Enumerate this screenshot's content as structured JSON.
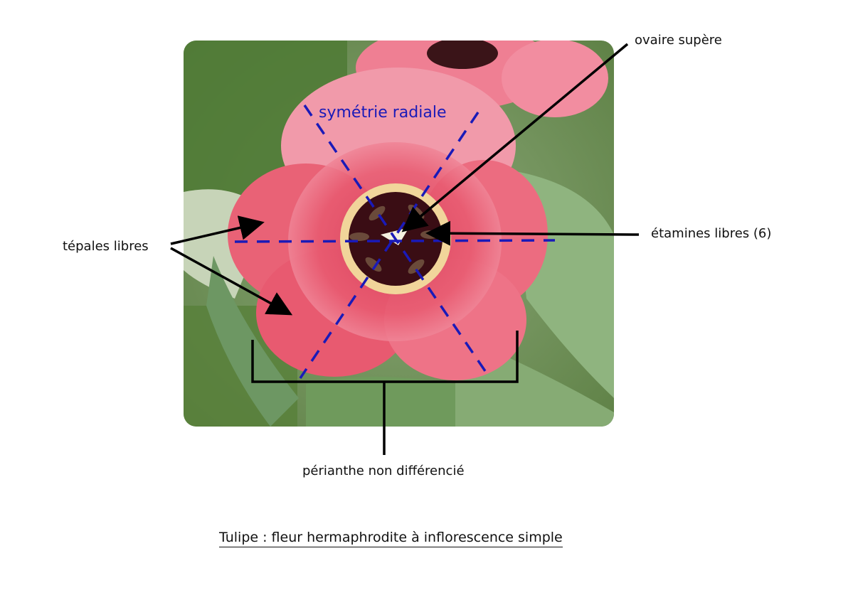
{
  "labels": {
    "ovaire": "ovaire supère",
    "etamines": "étamines libres (6)",
    "tepales": "tépales libres",
    "perianthe": "périanthe non différencié",
    "symetrie": "symétrie radiale"
  },
  "caption": "Tulipe : fleur hermaphrodite à inflorescence simple",
  "colors": {
    "symmetry_lines": "#1a1ab8",
    "leader_lines": "#000000",
    "petal": "#e85a70",
    "petal_light": "#f19aaa",
    "flower_center": "#3a0d14",
    "foliage": "#7fa56e",
    "grass": "#4f7a35"
  }
}
